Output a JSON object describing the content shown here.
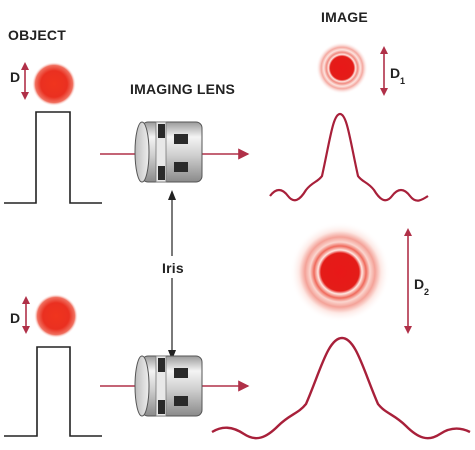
{
  "labels": {
    "object": "OBJECT",
    "imaging_lens": "IMAGING LENS",
    "image": "IMAGE",
    "iris": "Iris",
    "d_top": "D",
    "d_bottom": "D",
    "d1_letter": "D",
    "d1_sub": "1",
    "d2_letter": "D",
    "d2_sub": "2"
  },
  "colors": {
    "arrow": "#b03048",
    "curve": "#a8203a",
    "spot": "#e82818",
    "ink": "#222222",
    "lens_body": "#d8d8d8",
    "lens_dark": "#2a2a2a"
  }
}
